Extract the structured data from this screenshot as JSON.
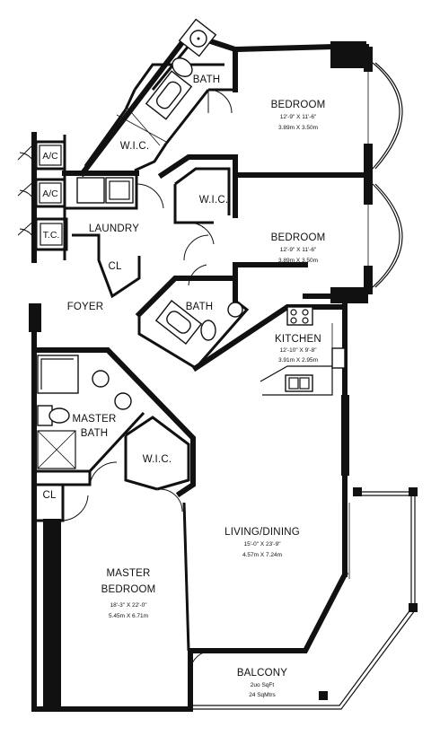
{
  "rooms": {
    "bedroom_top": {
      "name": "BEDROOM",
      "dim_imperial": "12'-9\" X 11'-6\"",
      "dim_metric": "3.89m X 3.50m"
    },
    "bedroom_mid": {
      "name": "BEDROOM",
      "dim_imperial": "12'-9\" X 11'-6\"",
      "dim_metric": "3.89m X 3.50m"
    },
    "bath_top": {
      "name": "BATH"
    },
    "bath_mid": {
      "name": "BATH"
    },
    "wic_top": {
      "name": "W.I.C."
    },
    "wic_mid": {
      "name": "W.I.C."
    },
    "wic_master": {
      "name": "W.I.C."
    },
    "ac_1": {
      "name": "A/C"
    },
    "ac_2": {
      "name": "A/C"
    },
    "tc": {
      "name": "T.C."
    },
    "laundry": {
      "name": "LAUNDRY"
    },
    "cl_laundry": {
      "name": "CL"
    },
    "foyer": {
      "name": "FOYER"
    },
    "kitchen": {
      "name": "KITCHEN",
      "dim_imperial": "12'-10\" X 9'-8\"",
      "dim_metric": "3.91m X 2.95m"
    },
    "master_bath": {
      "name_line1": "MASTER",
      "name_line2": "BATH"
    },
    "cl_master": {
      "name": "CL"
    },
    "living_dining": {
      "name": "LIVING/DINING",
      "dim_imperial": "15'-0\" X 23'-9\"",
      "dim_metric": "4.57m X 7.24m"
    },
    "master_bedroom": {
      "name_line1": "MASTER",
      "name_line2": "BEDROOM",
      "dim_imperial": "18'-3\" X 22'-0\"",
      "dim_metric": "5.45m X 6.71m"
    },
    "balcony": {
      "name": "BALCONY",
      "area_imperial": "2uo SqFt",
      "area_metric": "24 SqMtrs"
    }
  }
}
